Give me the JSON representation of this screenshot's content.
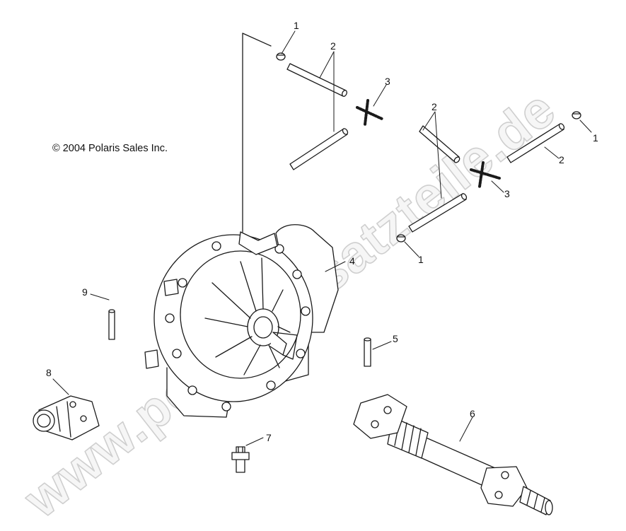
{
  "copyright": "© 2004 Polaris Sales Inc.",
  "watermark": "www.polarisersatzteile.de",
  "callouts": [
    {
      "id": "c1a",
      "label": "1"
    },
    {
      "id": "c1b",
      "label": "1"
    },
    {
      "id": "c1c",
      "label": "1"
    },
    {
      "id": "c2a",
      "label": "2"
    },
    {
      "id": "c2b",
      "label": "2"
    },
    {
      "id": "c2c",
      "label": "2"
    },
    {
      "id": "c3a",
      "label": "3"
    },
    {
      "id": "c3b",
      "label": "3"
    },
    {
      "id": "c4",
      "label": "4"
    },
    {
      "id": "c5",
      "label": "5"
    },
    {
      "id": "c6",
      "label": "6"
    },
    {
      "id": "c7",
      "label": "7"
    },
    {
      "id": "c8",
      "label": "8"
    },
    {
      "id": "c9",
      "label": "9"
    }
  ],
  "colors": {
    "line": "#1a1a1a",
    "watermark_stroke": "#cfcfcf",
    "background": "#ffffff"
  }
}
